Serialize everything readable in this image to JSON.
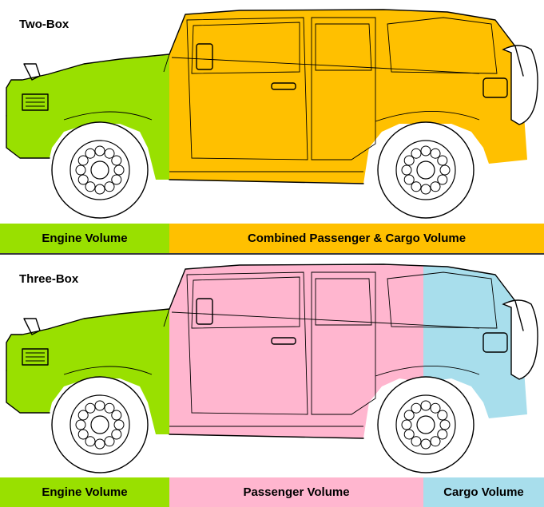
{
  "top_panel": {
    "title": "Two-Box",
    "segments": [
      {
        "label": "Engine Volume",
        "color": "#99e000"
      },
      {
        "label": "Combined Passenger & Cargo Volume",
        "color": "#ffc000"
      }
    ]
  },
  "bottom_panel": {
    "title": "Three-Box",
    "segments": [
      {
        "label": "Engine Volume",
        "color": "#99e000"
      },
      {
        "label": "Passenger Volume",
        "color": "#ffb6cf"
      },
      {
        "label": "Cargo Volume",
        "color": "#a8deec"
      }
    ]
  },
  "colors": {
    "engine": "#99e000",
    "combined": "#ffc000",
    "passenger": "#ffb6cf",
    "cargo": "#a8deec",
    "divider": "#3a3a3a"
  }
}
